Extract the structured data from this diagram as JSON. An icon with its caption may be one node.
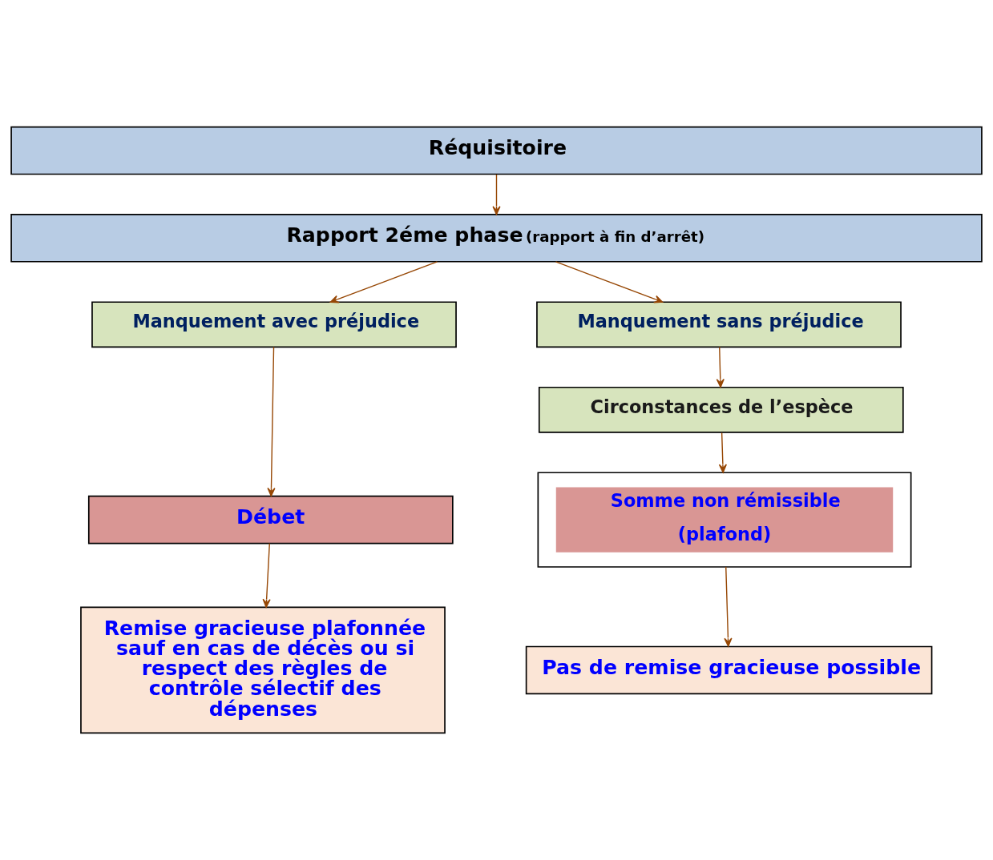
{
  "diagram": {
    "nodes": [
      {
        "text": [
          "Réquisitoire"
        ]
      },
      {
        "text": [
          "Rapport 2éme phase",
          "(rapport à fin d’arrêt)"
        ]
      },
      {
        "text": [
          "Manquement avec préjudice"
        ]
      },
      {
        "text": [
          "Manquement sans préjudice"
        ]
      },
      {
        "text": [
          "Circonstances de l’espèce"
        ]
      },
      {
        "text": [
          "Débet"
        ]
      },
      {
        "text": [
          "Somme non rémissible",
          "(plafond)"
        ]
      },
      {
        "text": [
          "Remise gracieuse plafonnée sauf en cas de décès ou si respect des règles de contrôle sélectif des dépenses"
        ]
      },
      {
        "text": [
          "Pas de remise gracieuse possible"
        ]
      }
    ],
    "edges": [
      {
        "from": 0,
        "to": 1,
        "arrow": "to"
      },
      {
        "from": 1,
        "to": 2,
        "arrow": "to"
      },
      {
        "from": 1,
        "to": 3,
        "arrow": "to"
      },
      {
        "from": 3,
        "to": 4,
        "arrow": "to"
      },
      {
        "from": 2,
        "to": 5,
        "arrow": "to"
      },
      {
        "from": 4,
        "to": 6,
        "arrow": "to"
      },
      {
        "from": 5,
        "to": 7,
        "arrow": "to"
      },
      {
        "from": 6,
        "to": 8,
        "arrow": "to"
      }
    ]
  }
}
